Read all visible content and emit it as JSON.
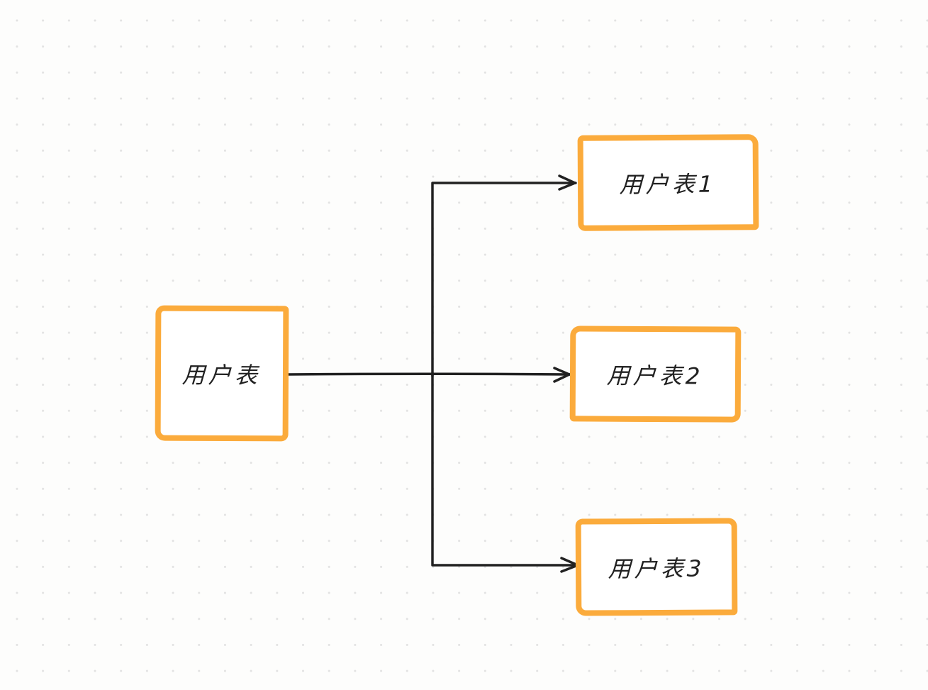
{
  "canvas": {
    "type": "whiteboard-diagram",
    "background_color": "#fdfdfc",
    "dot_grid_color": "#e2e2e2",
    "connector_color": "#212121",
    "node_border_color": "#fbab3c",
    "node_fill_color": "#ffffff",
    "node_text_color": "#1e1e1e"
  },
  "diagram": {
    "nodes": [
      {
        "id": "source",
        "label": "用户表"
      },
      {
        "id": "t1",
        "label": "用户表1"
      },
      {
        "id": "t2",
        "label": "用户表2"
      },
      {
        "id": "t3",
        "label": "用户表3"
      }
    ],
    "edges": [
      {
        "from": "用户表",
        "to": "用户表1",
        "style": "orthogonal-arrow"
      },
      {
        "from": "用户表",
        "to": "用户表2",
        "style": "straight-arrow"
      },
      {
        "from": "用户表",
        "to": "用户表3",
        "style": "orthogonal-arrow"
      }
    ]
  }
}
